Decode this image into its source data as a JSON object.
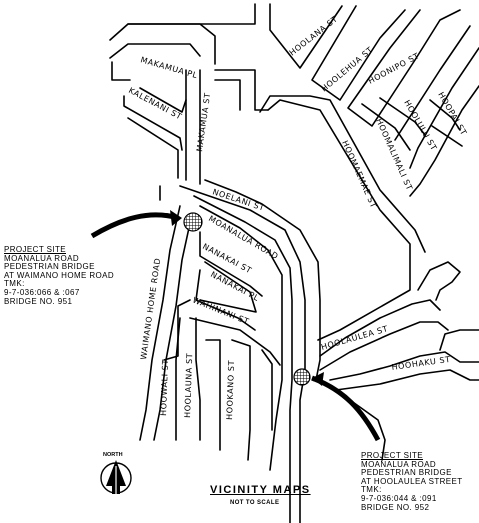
{
  "streets": {
    "hoolana": "HOOLANA ST",
    "hoolehua": "HOOLEHUA ST",
    "hoonipo": "HOONIPO ST",
    "hoopai": "HOOPAI ST",
    "hoolulu": "HOOLULU ST",
    "hoomalimali": "HOOMALIMALI ST",
    "hoomaemae": "HOOMAEMAE ST",
    "makamua_pl": "MAKAMUA PL",
    "kalenani": "KALENANI ST",
    "makamua_st": "MAKAMUA ST",
    "noelani": "NOELANI ST",
    "moanalua": "MOANALUA ROAD",
    "nanakai_st": "NANAKAI ST",
    "nanakai_pl": "NANAKAI PL",
    "wahinani": "WAHINANI ST",
    "waimano": "WAIMANO HOME ROAD",
    "hoowali": "HOOWALI ST",
    "hoolauna": "HOOLAUNA ST",
    "hookano": "HOOKANO ST",
    "hoolaulea": "HOOLAULEA ST",
    "hoohaku": "HOOHAKU ST"
  },
  "site1": {
    "heading": "PROJECT SITE",
    "lines": [
      "MOANALUA ROAD",
      "PEDESTRIAN BRIDGE",
      "AT WAIMANO HOME ROAD",
      "TMK:",
      "9-7-036:066 & :067",
      "BRIDGE NO. 951"
    ]
  },
  "site2": {
    "heading": "PROJECT SITE",
    "lines": [
      "MOANALUA ROAD",
      "PEDESTRIAN BRIDGE",
      "AT HOOLAULEA STREET",
      "TMK:",
      "9-7-036:044 & :091",
      "BRIDGE NO. 952"
    ]
  },
  "title": {
    "main": "VICINITY MAPS",
    "sub": "NOT TO SCALE"
  },
  "north": {
    "label": "NORTH"
  },
  "colors": {
    "ink": "#000000",
    "paper": "#ffffff"
  }
}
